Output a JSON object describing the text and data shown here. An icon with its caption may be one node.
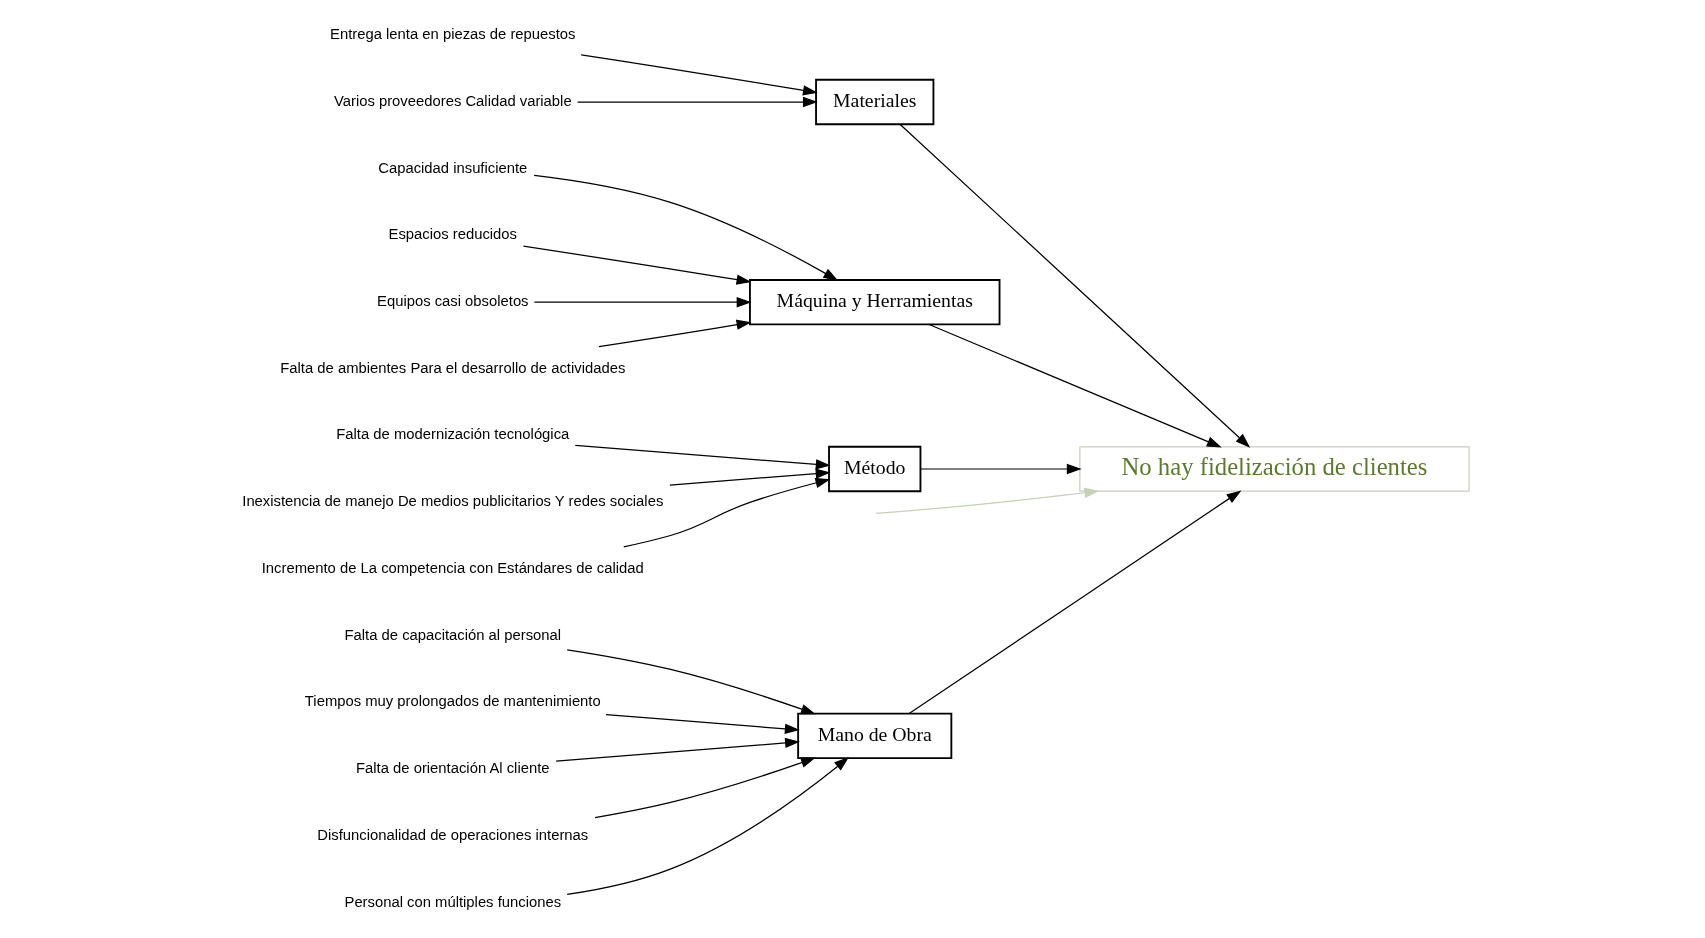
{
  "diagram": {
    "nodes": [
      {
        "text": [
          "Mano de Obra"
        ]
      },
      {
        "text": [
          "Falta de capacitación al personal"
        ]
      },
      {
        "text": [
          "Tiempos muy prolongados de mantenimiento"
        ]
      },
      {
        "text": [
          "Falta de orientación Al cliente"
        ]
      },
      {
        "text": [
          "Disfuncionalidad de operaciones internas"
        ]
      },
      {
        "text": [
          "Personal con múltiples funciones"
        ]
      },
      {
        "text": [
          "Materiales"
        ]
      },
      {
        "text": [
          "Entrega lenta en piezas de repuestos"
        ]
      },
      {
        "text": [
          "Varios proveedores Calidad variable"
        ]
      },
      {
        "text": [
          "No hay fidelización de clientes"
        ]
      },
      {
        "text": [
          "Capacidad insuficiente"
        ]
      },
      {
        "text": [
          "Espacios reducidos"
        ]
      },
      {
        "text": [
          "Equipos casi obsoletos"
        ]
      },
      {
        "text": [
          "Falta de ambientes Para el desarrollo de actividades"
        ]
      },
      {
        "text": [
          "Máquina y Herramientas"
        ]
      },
      {
        "text": [
          "Falta de modernización tecnológica"
        ]
      },
      {
        "text": [
          "Inexistencia de manejo De medios publicitarios Y redes sociales"
        ]
      },
      {
        "text": [
          "Incremento de La competencia con Estándares de calidad"
        ]
      },
      {
        "text": [
          "Método"
        ]
      }
    ],
    "edges": [
      {
        "from": null,
        "to": 9,
        "arrow": "to",
        "color": "#c5d0b5"
      },
      {
        "from": 0,
        "to": 9,
        "arrow": "to"
      },
      {
        "from": 6,
        "to": 9,
        "arrow": "to"
      },
      {
        "from": 14,
        "to": 9,
        "arrow": "to"
      },
      {
        "from": 18,
        "to": 9,
        "arrow": "to"
      },
      {
        "from": 1,
        "to": 0,
        "arrow": "to"
      },
      {
        "from": 2,
        "to": 0,
        "arrow": "to"
      },
      {
        "from": 3,
        "to": 0,
        "arrow": "to"
      },
      {
        "from": 4,
        "to": 0,
        "arrow": "to"
      },
      {
        "from": 5,
        "to": 0,
        "arrow": "to"
      },
      {
        "from": 7,
        "to": 6,
        "arrow": "to"
      },
      {
        "from": 8,
        "to": 6,
        "arrow": "to"
      },
      {
        "from": 10,
        "to": 14,
        "arrow": "to"
      },
      {
        "from": 11,
        "to": 14,
        "arrow": "to"
      },
      {
        "from": 12,
        "to": 14,
        "arrow": "to"
      },
      {
        "from": 13,
        "to": 14,
        "arrow": "to"
      },
      {
        "from": 15,
        "to": 18,
        "arrow": "to"
      },
      {
        "from": 16,
        "to": 18,
        "arrow": "to"
      },
      {
        "from": 17,
        "to": 18,
        "arrow": "to"
      }
    ]
  }
}
